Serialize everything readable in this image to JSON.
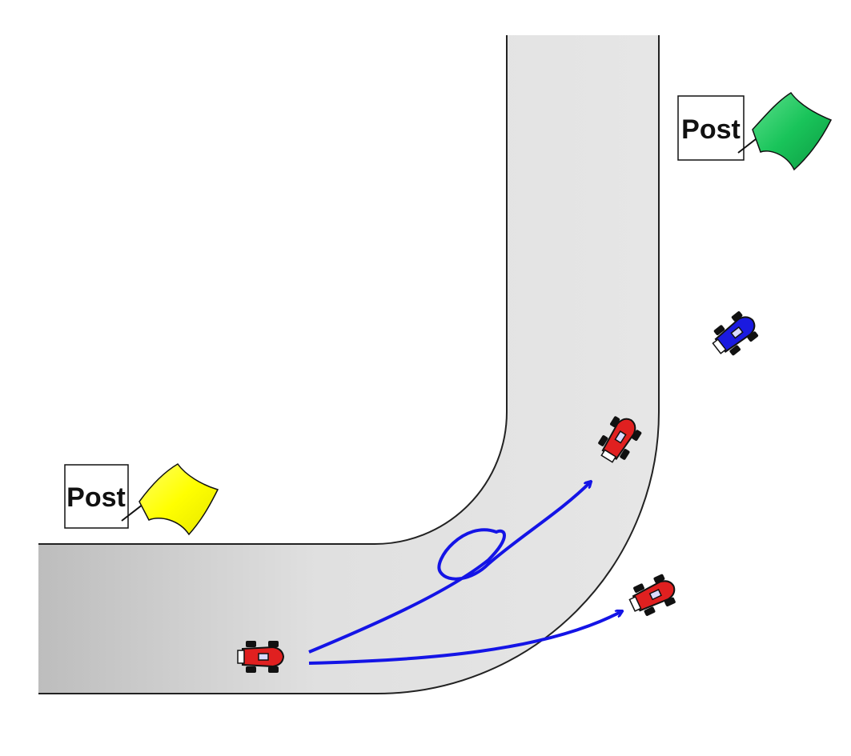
{
  "posts": [
    {
      "label": "Post",
      "flag_color": "#ffff33"
    },
    {
      "label": "Post",
      "flag_color": "#2bd36b"
    }
  ],
  "colors": {
    "road_light": "#e6e6e6",
    "road_dark": "#bdbdbd",
    "road_outline": "#222222",
    "path": "#1414e6",
    "car_primary": "#e02020",
    "car_secondary": "#1a1ae0"
  },
  "cars": [
    {
      "name": "start-car",
      "color": "red"
    },
    {
      "name": "target-car-upper",
      "color": "red"
    },
    {
      "name": "target-car-lower",
      "color": "red"
    },
    {
      "name": "other-car",
      "color": "blue"
    }
  ],
  "paths": [
    {
      "name": "looping-path-arrow"
    },
    {
      "name": "direct-path-arrow"
    }
  ]
}
